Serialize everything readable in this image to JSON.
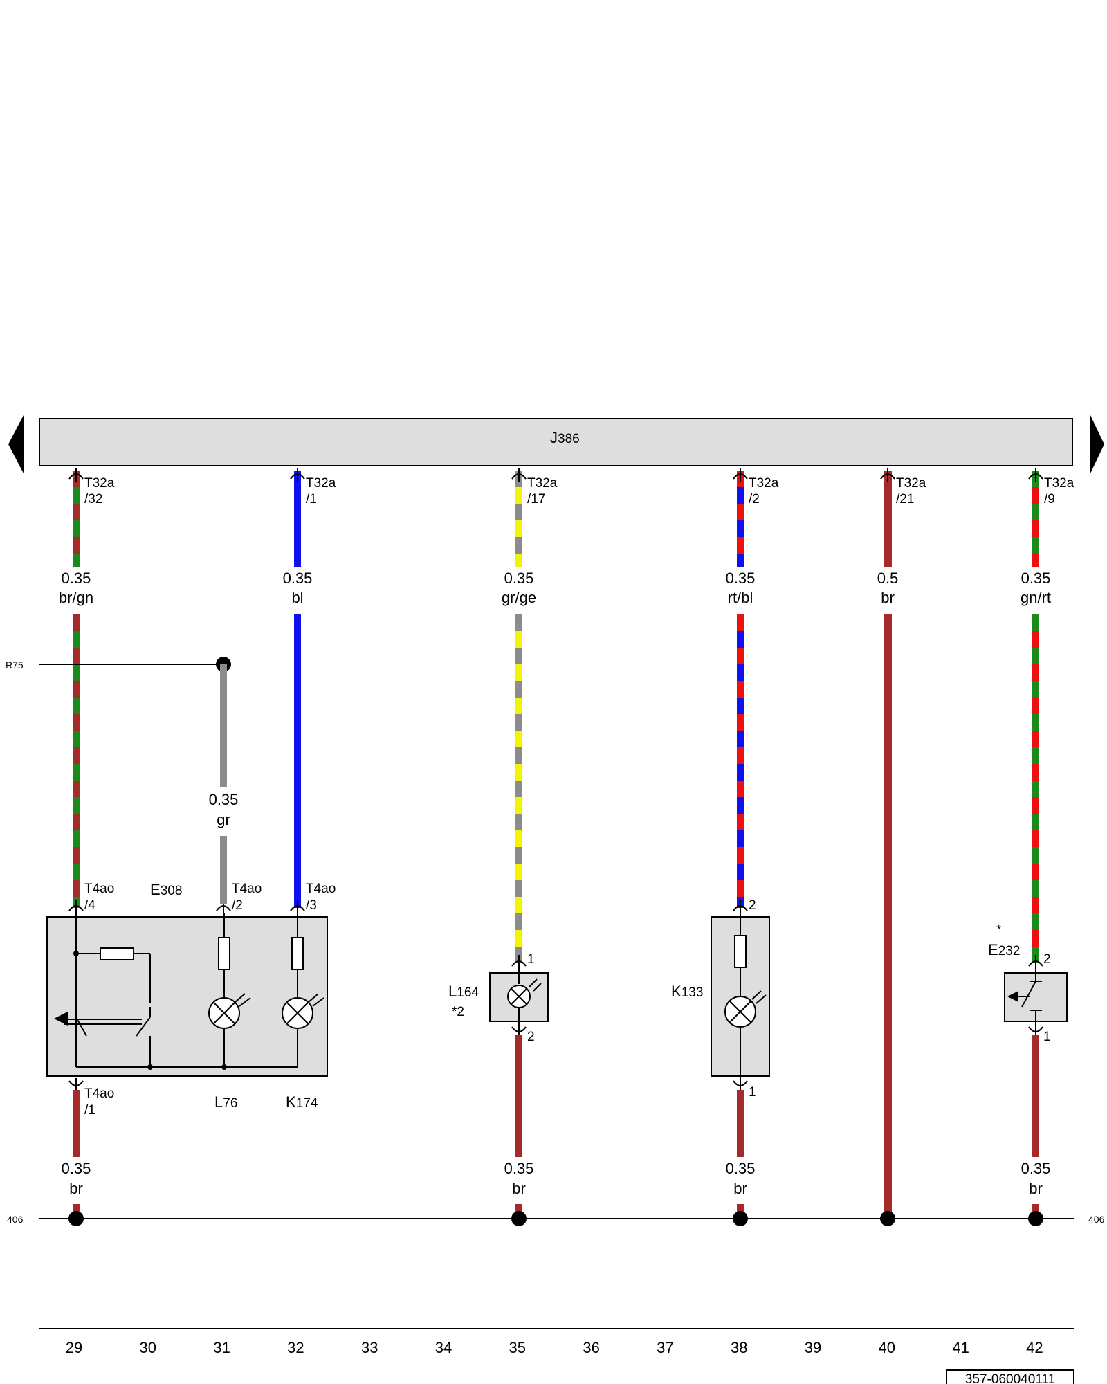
{
  "control_unit": {
    "name": "J",
    "index": "386"
  },
  "ref_left_r75": "R75",
  "ref_ground_left": "406",
  "ref_ground_right": "406",
  "wires": [
    {
      "id": "w29",
      "conn": "T32a",
      "pin": "/32",
      "size": "0.35",
      "color_code": "br/gn",
      "colors": [
        "#a52a2a",
        "#1a8a1a"
      ]
    },
    {
      "id": "w32",
      "conn": "T32a",
      "pin": "/1",
      "size": "0.35",
      "color_code": "bl",
      "colors": [
        "#1010ee"
      ]
    },
    {
      "id": "w35",
      "conn": "T32a",
      "pin": "/17",
      "size": "0.35",
      "color_code": "gr/ge",
      "colors": [
        "#8c8c8c",
        "#f4f400"
      ]
    },
    {
      "id": "w38",
      "conn": "T32a",
      "pin": "/2",
      "size": "0.35",
      "color_code": "rt/bl",
      "colors": [
        "#ee1010",
        "#1010ee"
      ]
    },
    {
      "id": "w40",
      "conn": "T32a",
      "pin": "/21",
      "size": "0.5",
      "color_code": "br",
      "colors": [
        "#a52a2a"
      ]
    },
    {
      "id": "w42",
      "conn": "T32a",
      "pin": "/9",
      "size": "0.35",
      "color_code": "gn/rt",
      "colors": [
        "#1a8a1a",
        "#ee1010"
      ]
    }
  ],
  "wire_gr": {
    "size": "0.35",
    "color_code": "gr"
  },
  "ground_wires": [
    {
      "id": "g29",
      "size": "0.35",
      "color_code": "br"
    },
    {
      "id": "g35",
      "size": "0.35",
      "color_code": "br"
    },
    {
      "id": "g38",
      "size": "0.35",
      "color_code": "br"
    },
    {
      "id": "g42",
      "size": "0.35",
      "color_code": "br"
    }
  ],
  "components": {
    "E308": {
      "name": "E",
      "index": "308"
    },
    "L76": {
      "name": "L",
      "index": "76"
    },
    "K174": {
      "name": "K",
      "index": "174"
    },
    "L164": {
      "name": "L",
      "index": "164",
      "note": "*2"
    },
    "K133": {
      "name": "K",
      "index": "133"
    },
    "E232": {
      "name": "E",
      "index": "232",
      "note": "*"
    }
  },
  "pins": {
    "t4ao_4": {
      "conn": "T4ao",
      "pin": "/4"
    },
    "t4ao_2": {
      "conn": "T4ao",
      "pin": "/2"
    },
    "t4ao_3": {
      "conn": "T4ao",
      "pin": "/3"
    },
    "t4ao_1": {
      "conn": "T4ao",
      "pin": "/1"
    },
    "l164_1": "1",
    "l164_2": "2",
    "k133_2": "2",
    "k133_1": "1",
    "e232_2": "2",
    "e232_1": "1"
  },
  "track_numbers": [
    "29",
    "30",
    "31",
    "32",
    "33",
    "34",
    "35",
    "36",
    "37",
    "38",
    "39",
    "40",
    "41",
    "42"
  ],
  "doc_number": "357-060040111"
}
